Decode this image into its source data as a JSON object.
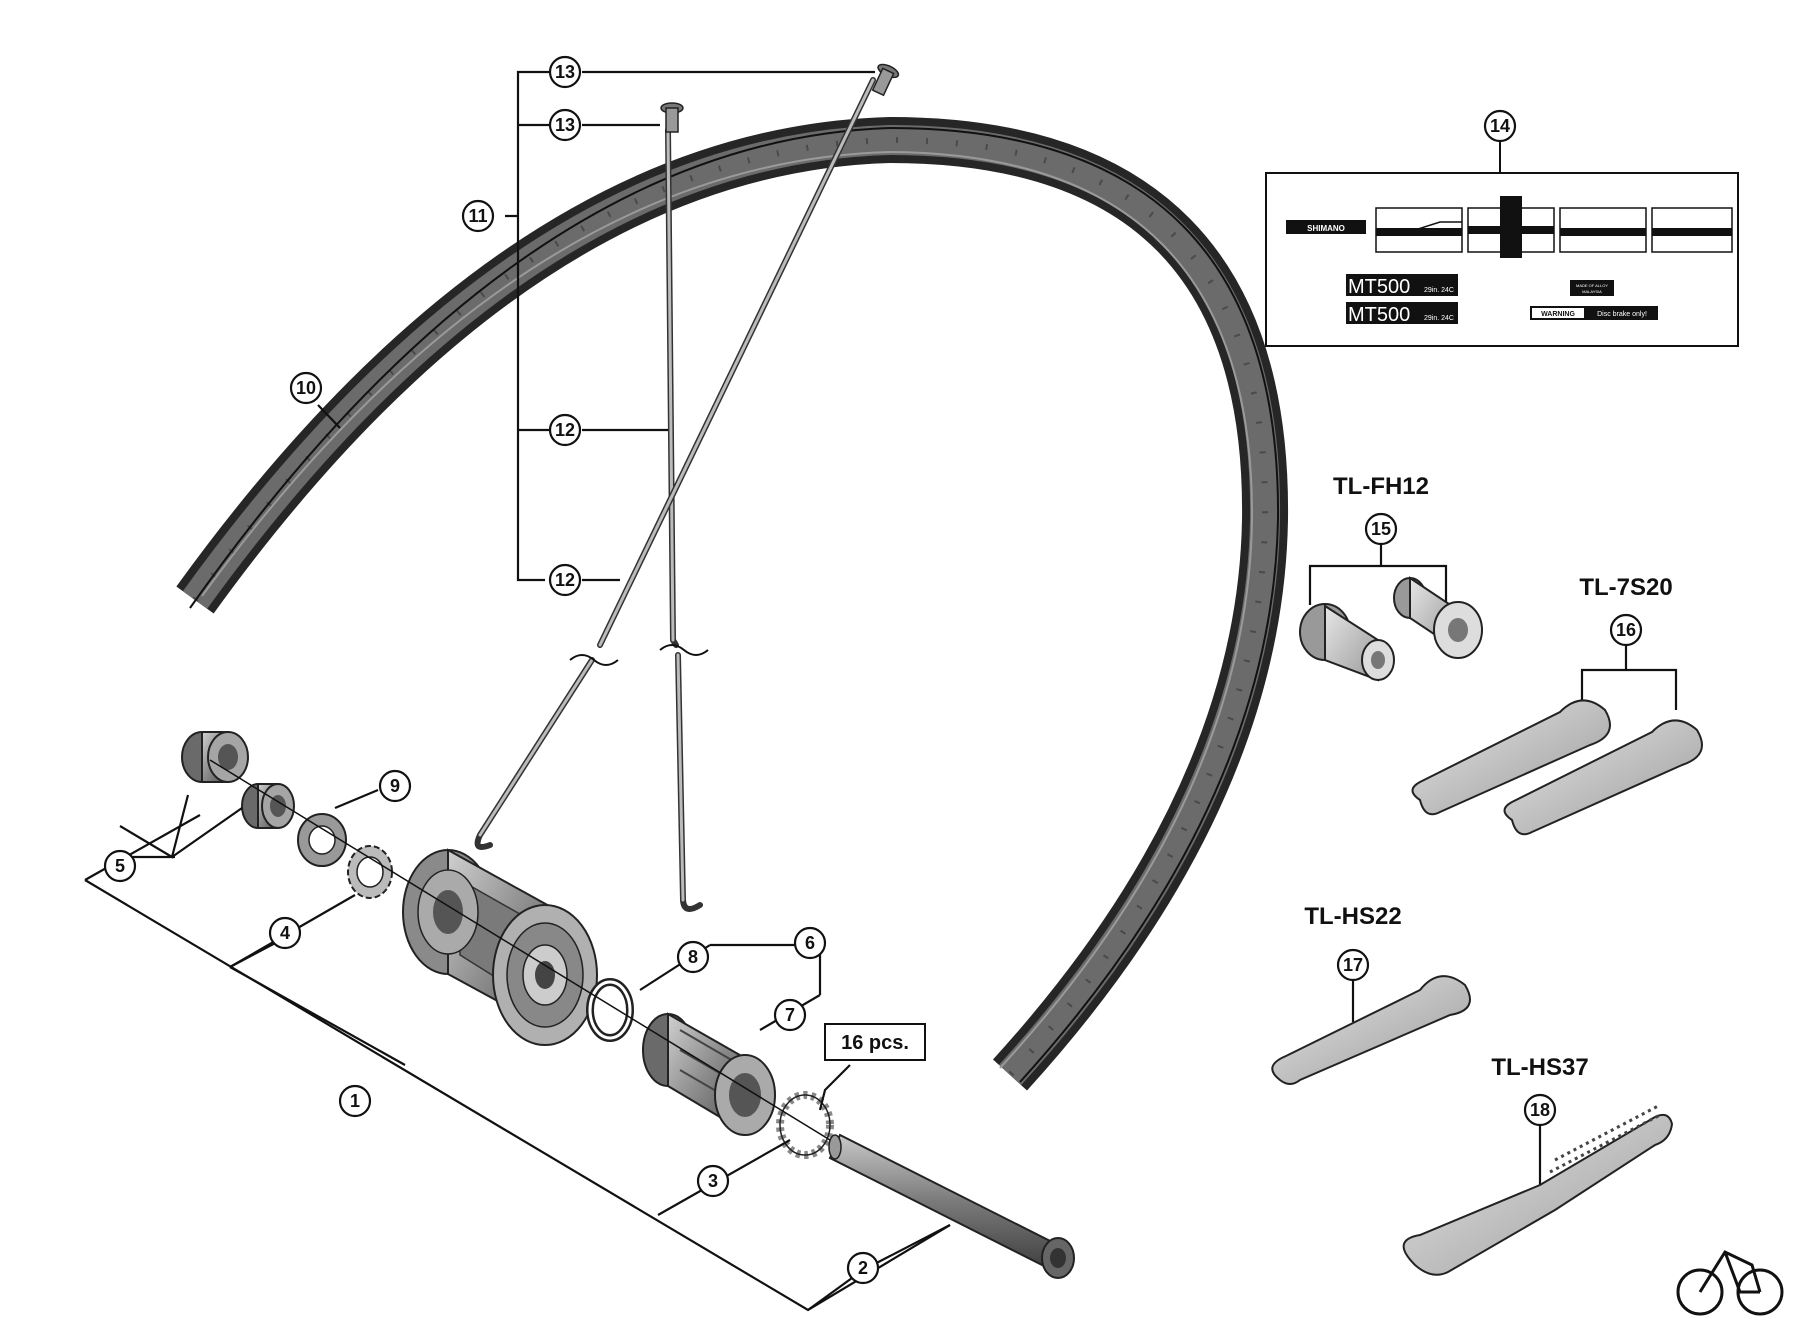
{
  "diagram": {
    "callouts": {
      "c1": "1",
      "c2": "2",
      "c3": "3",
      "c4": "4",
      "c5": "5",
      "c6": "6",
      "c7": "7",
      "c8": "8",
      "c9": "9",
      "c10": "10",
      "c11": "11",
      "c12a": "12",
      "c12b": "12",
      "c13a": "13",
      "c13b": "13",
      "c14": "14",
      "c15": "15",
      "c16": "16",
      "c17": "17",
      "c18": "18"
    },
    "qty_label": "16 pcs.",
    "tools": {
      "tl_fh12": "TL-FH12",
      "tl_7s20": "TL-7S20",
      "tl_hs22": "TL-HS22",
      "tl_hs37": "TL-HS37"
    },
    "decals": {
      "brand": "SHIMANO",
      "model_1": "MT500",
      "model_1_size": "29in. 24C",
      "model_2": "MT500",
      "model_2_size": "29in. 24C",
      "alloy_line_1": "MADE OF ALLOY",
      "alloy_line_2": "MALAYSIA",
      "warning_tag": "WARNING",
      "warning_text": "Disc brake only!"
    },
    "colors": {
      "rim_dark": "#2a2a2a",
      "rim_mid": "#555555",
      "part_grey": "#8a8a8a",
      "line": "#111111"
    }
  }
}
